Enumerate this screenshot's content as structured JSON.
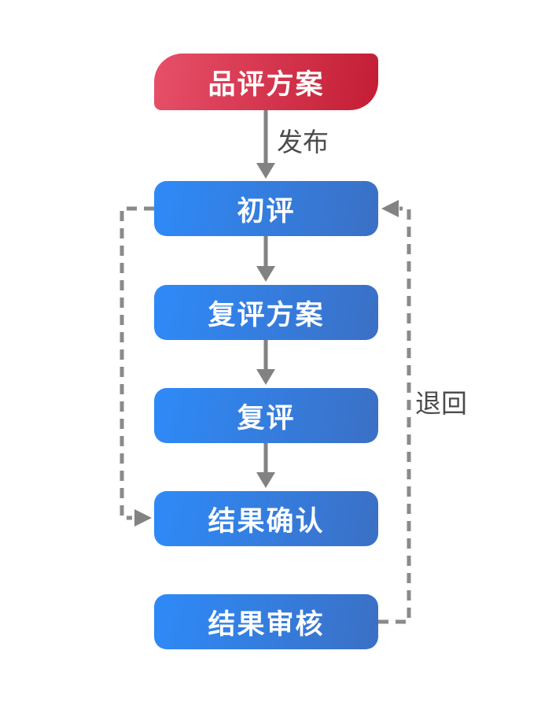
{
  "diagram": {
    "type": "flowchart",
    "nodes": [
      {
        "label": "品评方案",
        "role": "start",
        "shape": "asymmetric-rounded",
        "fill_start": "#e75069",
        "fill_end": "#c31d34",
        "text_color": "#ffffff"
      },
      {
        "label": "初评",
        "role": "step",
        "shape": "rounded-rect",
        "fill_start": "#2e8af8",
        "fill_end": "#3b70c5",
        "text_color": "#ffffff"
      },
      {
        "label": "复评方案",
        "role": "step",
        "shape": "rounded-rect",
        "fill_start": "#2e8af8",
        "fill_end": "#3b70c5",
        "text_color": "#ffffff"
      },
      {
        "label": "复评",
        "role": "step",
        "shape": "rounded-rect",
        "fill_start": "#2e8af8",
        "fill_end": "#3b70c5",
        "text_color": "#ffffff"
      },
      {
        "label": "结果确认",
        "role": "step",
        "shape": "rounded-rect",
        "fill_start": "#2e8af8",
        "fill_end": "#3b70c5",
        "text_color": "#ffffff"
      },
      {
        "label": "结果审核",
        "role": "step",
        "shape": "rounded-rect",
        "fill_start": "#2e8af8",
        "fill_end": "#3b70c5",
        "text_color": "#ffffff"
      }
    ],
    "edges": [
      {
        "from": "品评方案",
        "to": "初评",
        "label": "发布",
        "style": "solid",
        "direction": "down"
      },
      {
        "from": "初评",
        "to": "复评方案",
        "label": "",
        "style": "solid",
        "direction": "down"
      },
      {
        "from": "复评方案",
        "to": "复评",
        "label": "",
        "style": "solid",
        "direction": "down"
      },
      {
        "from": "复评",
        "to": "结果确认",
        "label": "",
        "style": "solid",
        "direction": "down"
      },
      {
        "from": "初评",
        "to": "结果确认",
        "label": "",
        "style": "dashed",
        "direction": "left-loop"
      },
      {
        "from": "结果审核",
        "to": "初评",
        "label": "退回",
        "style": "dashed",
        "direction": "right-loop"
      }
    ],
    "colors": {
      "connector_gray": "#828282",
      "edge_label_gray": "#4c4c4c",
      "background": "#ffffff"
    }
  }
}
